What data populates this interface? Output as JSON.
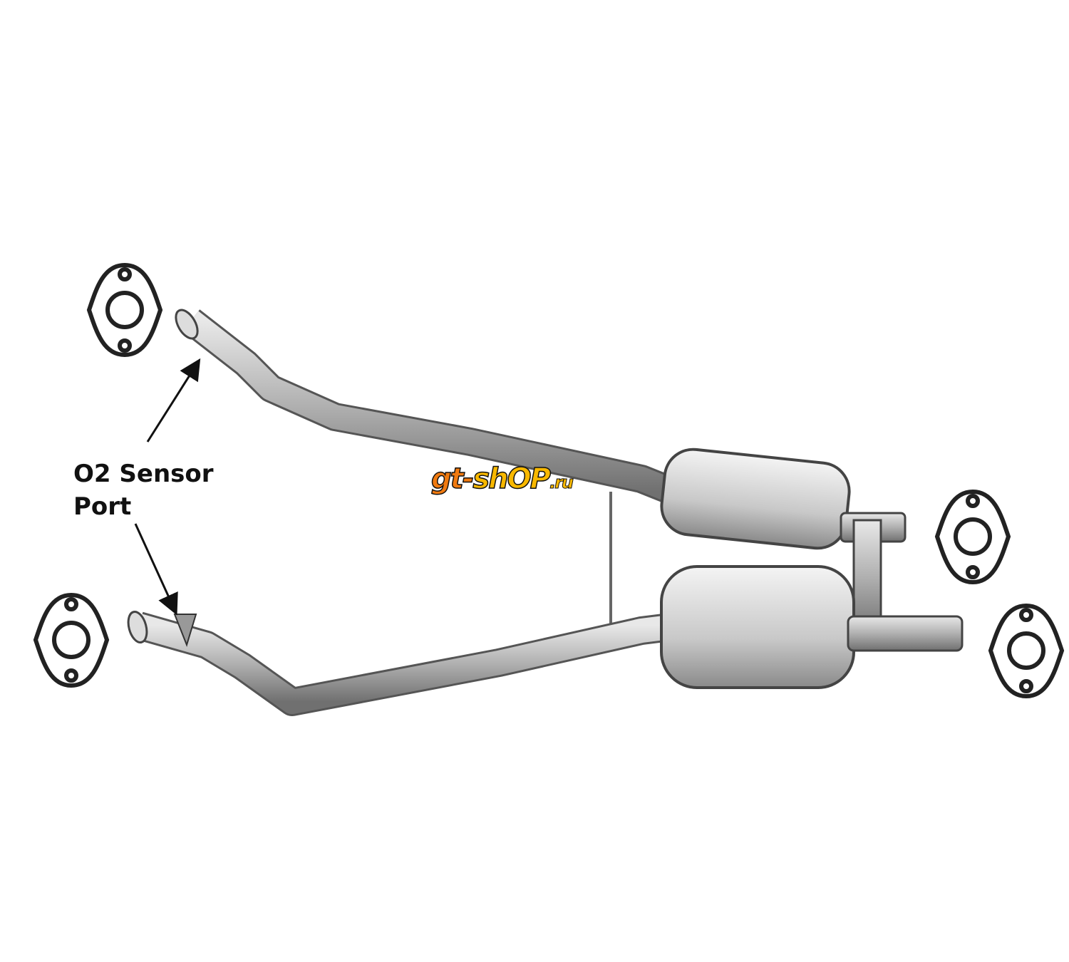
{
  "diagram": {
    "callout_line1": "O2 Sensor",
    "callout_line2": "Port",
    "watermark": {
      "part1": "gt-",
      "part2": "shOP",
      "part3": ".ru"
    }
  },
  "colors": {
    "pipe": "#b8b8b8",
    "pipe_edge": "#555555",
    "logo_orange": "#f07a10",
    "logo_yellow": "#f8b800"
  }
}
